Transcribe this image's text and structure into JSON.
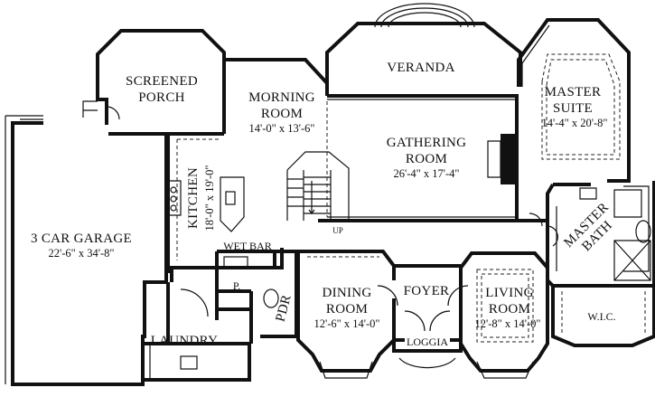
{
  "rooms": {
    "screened_porch": {
      "line1": "SCREENED",
      "line2": "PORCH"
    },
    "veranda": {
      "name": "VERANDA"
    },
    "morning_room": {
      "line1": "MORNING",
      "line2": "ROOM",
      "dims": "14'-0\" x 13'-6\""
    },
    "master_suite": {
      "line1": "MASTER",
      "line2": "SUITE",
      "dims": "14'-4\" x 20'-8\""
    },
    "gathering_room": {
      "line1": "GATHERING",
      "line2": "ROOM",
      "dims": "26'-4\" x 17'-4\""
    },
    "kitchen": {
      "name": "KITCHEN",
      "dims": "18'-0\" x 19'-0\""
    },
    "garage": {
      "name": "3 CAR GARAGE",
      "dims": "22'-6\" x 34'-8\""
    },
    "wet_bar": {
      "name": "WET BAR"
    },
    "pantry": {
      "name": "P."
    },
    "pdr": {
      "name": "PDR"
    },
    "dining_room": {
      "line1": "DINING",
      "line2": "ROOM",
      "dims": "12'-6\" x 14'-0\""
    },
    "foyer": {
      "name": "FOYER"
    },
    "living_room": {
      "line1": "LIVING",
      "line2": "ROOM",
      "dims": "12'-8\" x 14'-0\""
    },
    "master_bath": {
      "line1": "MASTER",
      "line2": "BATH"
    },
    "wic": {
      "name": "W.I.C."
    },
    "laundry": {
      "name": "LAUNDRY"
    },
    "loggia": {
      "name": "LOGGIA"
    }
  },
  "stair": {
    "up_label": "UP"
  }
}
